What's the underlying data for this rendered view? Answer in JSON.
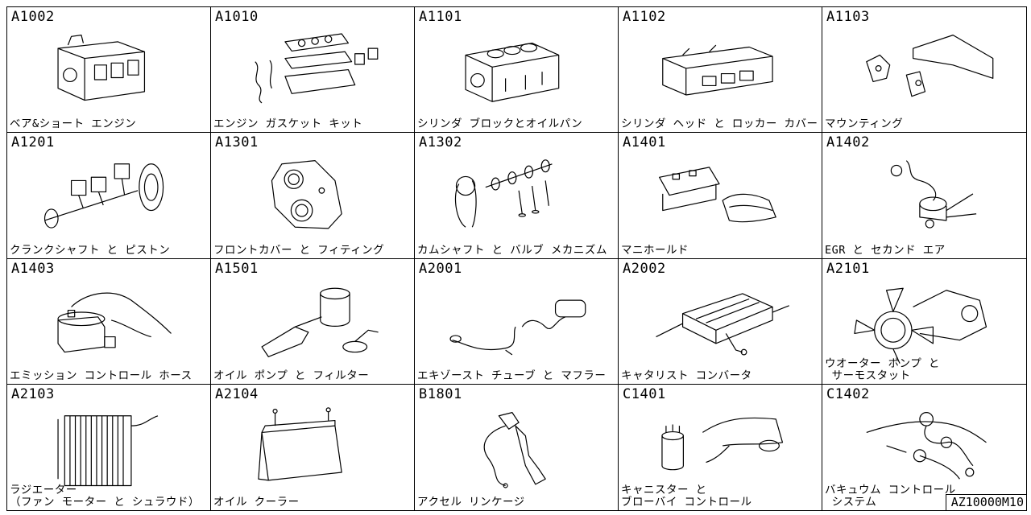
{
  "drawing_number": "AZ10000M10",
  "cells": [
    {
      "code": "A1002",
      "label": "ベア&ショート エンジン",
      "icon": "engine-block-icon"
    },
    {
      "code": "A1010",
      "label": "エンジン ガスケット キット",
      "icon": "gasket-kit-icon"
    },
    {
      "code": "A1101",
      "label": "シリンダ ブロックとオイルパン",
      "icon": "cylinder-block-icon"
    },
    {
      "code": "A1102",
      "label": "シリンダ ヘッド と ロッカー カバー",
      "icon": "cylinder-head-icon"
    },
    {
      "code": "A1103",
      "label": "マウンティング",
      "icon": "engine-mount-icon"
    },
    {
      "code": "A1201",
      "label": "クランクシャフト と ピストン",
      "icon": "crankshaft-piston-icon"
    },
    {
      "code": "A1301",
      "label": "フロントカバー と フィティング",
      "icon": "front-cover-icon"
    },
    {
      "code": "A1302",
      "label": "カムシャフト と バルブ メカニズム",
      "icon": "camshaft-valve-icon"
    },
    {
      "code": "A1401",
      "label": "マニホールド",
      "icon": "manifold-icon"
    },
    {
      "code": "A1402",
      "label": "EGR と セカンド エア",
      "icon": "egr-valve-icon"
    },
    {
      "code": "A1403",
      "label": "エミッション コントロール ホース",
      "icon": "emission-hose-icon"
    },
    {
      "code": "A1501",
      "label": "オイル ポンプ と フィルター",
      "icon": "oil-pump-filter-icon"
    },
    {
      "code": "A2001",
      "label": "エキゾースト チューブ と マフラー",
      "icon": "exhaust-muffler-icon"
    },
    {
      "code": "A2002",
      "label": "キャタリスト コンバータ",
      "icon": "catalytic-converter-icon"
    },
    {
      "code": "A2101",
      "label": "ウオーター ポンプ と\n サーモスタット",
      "icon": "water-pump-icon"
    },
    {
      "code": "A2103",
      "label": "ラジエーター\n（ファン モーター と シュラウド）",
      "icon": "radiator-icon"
    },
    {
      "code": "A2104",
      "label": "オイル クーラー",
      "icon": "oil-cooler-icon"
    },
    {
      "code": "B1801",
      "label": "アクセル リンケージ",
      "icon": "accelerator-linkage-icon"
    },
    {
      "code": "C1401",
      "label": "キャニスター と\nブローバイ コントロール",
      "icon": "canister-icon"
    },
    {
      "code": "C1402",
      "label": "バキュウム コントロール\n システム",
      "icon": "vacuum-control-icon"
    }
  ]
}
